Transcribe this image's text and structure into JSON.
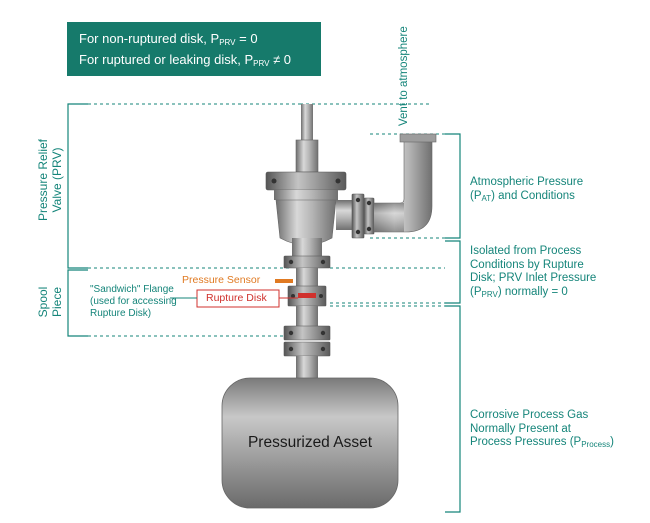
{
  "callout": {
    "line1_prefix": "For non-ruptured disk, P",
    "line1_sub": "PRV",
    "line1_suffix": " = 0",
    "line2_prefix": "For ruptured or leaking disk, P",
    "line2_sub": "PRV",
    "line2_suffix": " ≠ 0"
  },
  "left_labels": {
    "prv_line1": "Pressure Relief",
    "prv_line2": "Valve (PRV)",
    "spool_line1": "Spool",
    "spool_line2": "Piece"
  },
  "vent_label": "Vent to atmosphere",
  "component_tags": {
    "pressure_sensor": "Pressure Sensor",
    "rupture_disk": "Rupture Disk",
    "sandwich_line1": "\"Sandwich\" Flange",
    "sandwich_line2": "(used for accessing",
    "sandwich_line3": "Rupture Disk)"
  },
  "asset_label": "Pressurized Asset",
  "right_labels": {
    "atm_line1": "Atmospheric Pressure",
    "atm_line2_prefix": "(P",
    "atm_line2_sub": "AT",
    "atm_line2_suffix": ") and Conditions",
    "iso_line1": "Isolated from Process",
    "iso_line2": "Conditions by Rupture",
    "iso_line3": "Disk; PRV Inlet Pressure",
    "iso_line4_prefix": "(P",
    "iso_line4_sub": "PRV",
    "iso_line4_suffix": ") normally = 0",
    "proc_line1": "Corrosive Process Gas",
    "proc_line2": "Normally Present at",
    "proc_line3_prefix": "Process Pressures (P",
    "proc_line3_sub": "Process",
    "proc_line3_suffix": ")"
  },
  "colors": {
    "teal": "#15857a",
    "callout_bg": "#167a6b",
    "sensor_orange": "#e07a22",
    "rupture_red": "#d0312d",
    "steel": "#9a9a9a"
  }
}
